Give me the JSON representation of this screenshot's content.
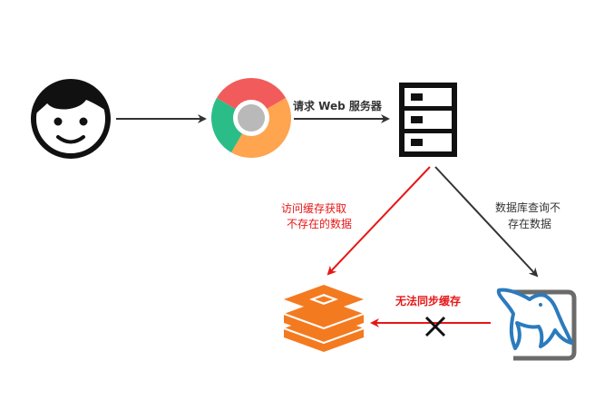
{
  "labels": {
    "request_web_server": "请求 Web 服务器",
    "cache_get_line1": "访问缓存获取",
    "cache_get_line2": "不存在的数据",
    "db_query_line1": "数据库查询不",
    "db_query_line2": "存在数据",
    "no_sync": "无法同步缓存"
  },
  "nodes": {
    "user": "user-face-icon",
    "browser": "chrome-icon",
    "server": "server-icon",
    "cache": "redis-icon",
    "database": "mysql-icon"
  },
  "colors": {
    "dark_line": "#333333",
    "red_line": "#e61717",
    "redis": "#f47a20",
    "mysql_blue": "#2b7bbd",
    "mysql_frame": "#6b6b6b"
  }
}
